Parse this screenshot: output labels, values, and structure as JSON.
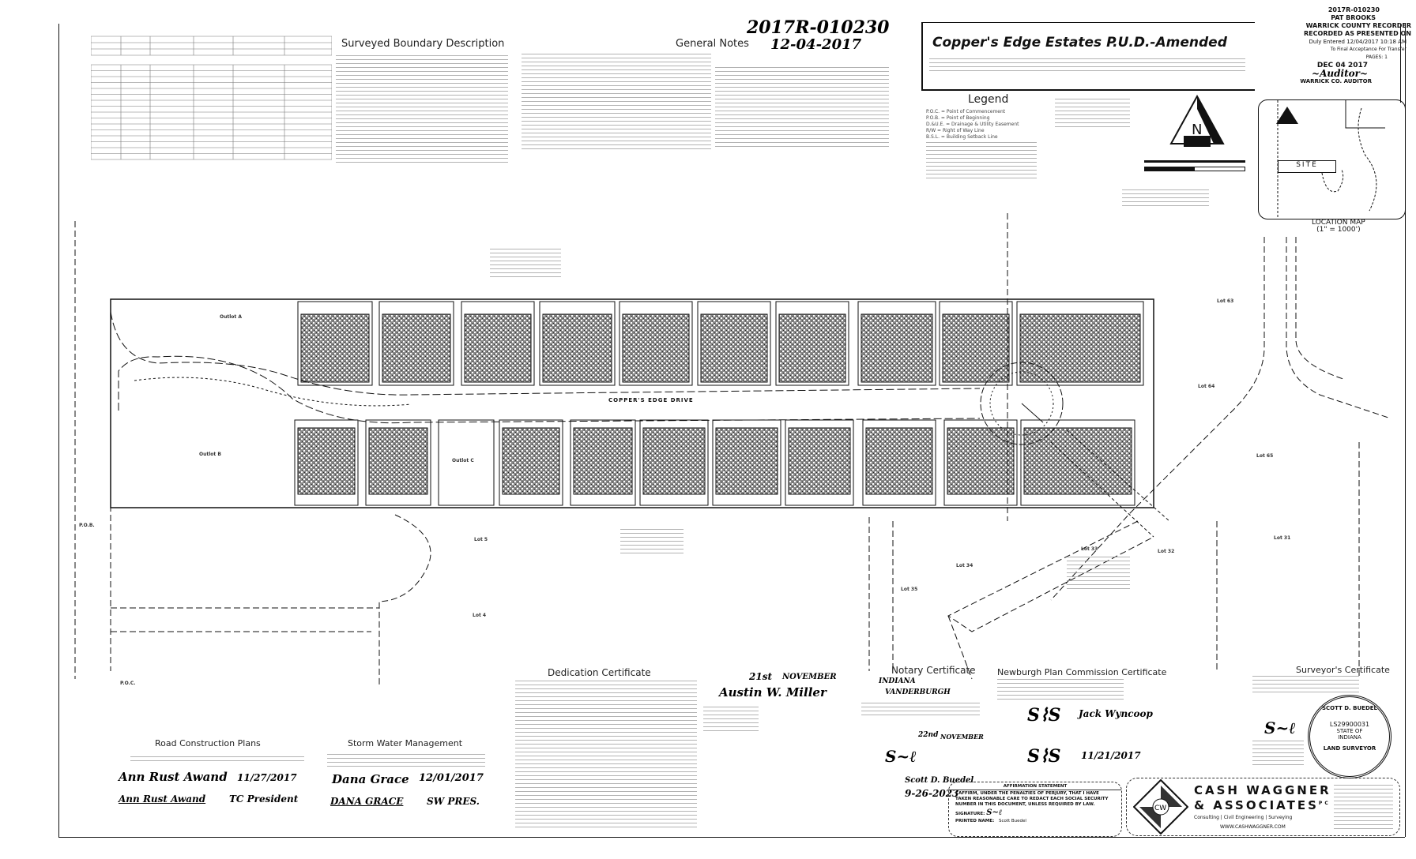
{
  "recording": {
    "instrument_handwritten": "2017R-010230",
    "date_handwritten": "12-04-2017",
    "instrument_number": "2017R-010230",
    "recorder_name": "PAT BROOKS",
    "recorder_office": "WARRICK COUNTY RECORDER",
    "recorded_as": "RECORDED AS PRESENTED ON",
    "entered": "Duly Entered 12/04/2017 10:18 AM",
    "transfer_note": "To Final Acceptance For Transfer",
    "pages": "PAGES: 1",
    "auditor_date": "DEC 04 2017",
    "auditor_label": "WARRICK CO. AUDITOR"
  },
  "title": "Copper's Edge Estates P.U.D.-Amended",
  "headings": {
    "boundary": "Surveyed Boundary Description",
    "notes": "General Notes",
    "legend": "Legend",
    "dedication": "Dedication Certificate",
    "notary": "Notary Certificate",
    "plan_commission": "Newburgh Plan Commission Certificate",
    "surveyor": "Surveyor's Certificate",
    "road_plans": "Road Construction Plans",
    "storm_water": "Storm Water Management"
  },
  "legend": [
    "P.O.C. = Point of Commencement",
    "P.O.B. = Point of Beginning",
    "D.&U.E. = Drainage & Utility Easement",
    "R/W = Right of Way Line",
    "B.S.L. = Building Setback Line"
  ],
  "location_map": {
    "site": "SITE",
    "title": "LOCATION MAP",
    "scale": "(1\" = 1000')"
  },
  "plat": {
    "road_name": "COPPER'S EDGE DRIVE",
    "outlots": [
      "Outlot A",
      "Outlot B",
      "Outlot C"
    ],
    "adjacent_lots": [
      "Lot 63",
      "Lot 64",
      "Lot 65",
      "Lot 35",
      "Lot 34",
      "Lot 33",
      "Lot 32",
      "Lot 31",
      "Lot 5",
      "Lot 4"
    ],
    "poc": "P.O.C.",
    "pob": "P.O.B."
  },
  "signatures": {
    "road_signer": "Ann Rust Awand",
    "road_date": "11/27/2017",
    "road_printed": "Ann Rust Awand",
    "road_title": "TC President",
    "storm_signer": "Dana Grace",
    "storm_date": "12/01/2017",
    "storm_printed": "DANA GRACE",
    "storm_title": "SW PRES.",
    "owner_day": "21st",
    "owner_month": "NOVEMBER",
    "owner_signer": "Austin W. Miller",
    "notary_state": "INDIANA",
    "notary_county": "VANDERBURGH",
    "notary_day": "22nd",
    "notary_month": "NOVEMBER",
    "notary_printed": "Scott D. Buedel",
    "notary_expires": "9-26-2023",
    "commission_signer": "Jack Wyncoop",
    "commission_date": "11/21/2017"
  },
  "seal": {
    "name": "SCOTT D. BUEDEL",
    "number": "LS29900031",
    "state_line": "STATE OF",
    "state": "INDIANA",
    "bottom": "LAND SURVEYOR"
  },
  "affirmation": {
    "title": "AFFIRMATION STATEMENT",
    "text": "I AFFIRM, UNDER THE PENALTIES OF PERJURY, THAT I HAVE TAKEN REASONABLE CARE TO REDACT EACH SOCIAL SECURITY NUMBER IN THIS DOCUMENT, UNLESS REQUIRED BY LAW.",
    "signature_label": "SIGNATURE:",
    "printed_label": "PRINTED NAME:",
    "printed_name": "Scott Buedel"
  },
  "firm": {
    "name_line1": "CASH WAGGNER",
    "name_line2": "& ASSOCIATES",
    "suffix": "PC",
    "services": "Consulting | Civil Engineering | Surveying",
    "website": "WWW.CASHWAGGNER.COM",
    "monogram": "CW"
  }
}
